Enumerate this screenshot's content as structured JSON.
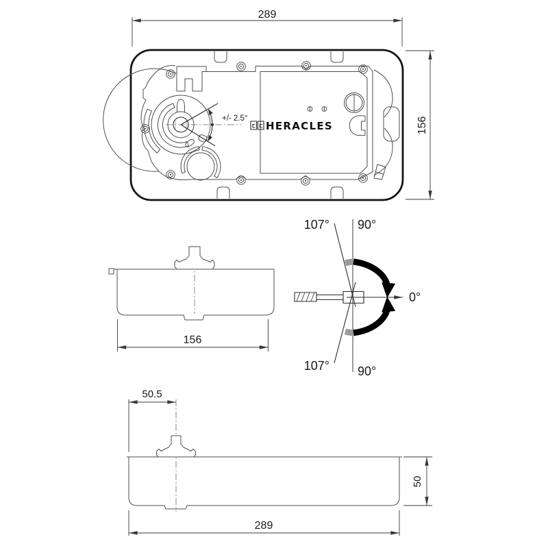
{
  "brand": {
    "name": "HERACLES"
  },
  "colors": {
    "outline": "#141414",
    "detail_line": "#4d4d4d",
    "dimension_line": "#3a3a3a",
    "axis_gray": "#8a8a8a",
    "rotation_arrow": "#000000",
    "rotation_arrow_start": "#9a9a9a",
    "background": "#ffffff"
  },
  "top_view": {
    "width_label": "289",
    "height_label": "156",
    "angle_tolerance_label": "+/- 2.5°"
  },
  "front_view": {
    "width_label": "156"
  },
  "rotation_diagram": {
    "top_left_label": "107°",
    "top_right_label": "90°",
    "zero_label": "0°",
    "bottom_left_label": "107°",
    "bottom_right_label": "90°"
  },
  "side_view": {
    "spindle_offset_label": "50.5",
    "height_label": "50",
    "length_label": "289"
  }
}
